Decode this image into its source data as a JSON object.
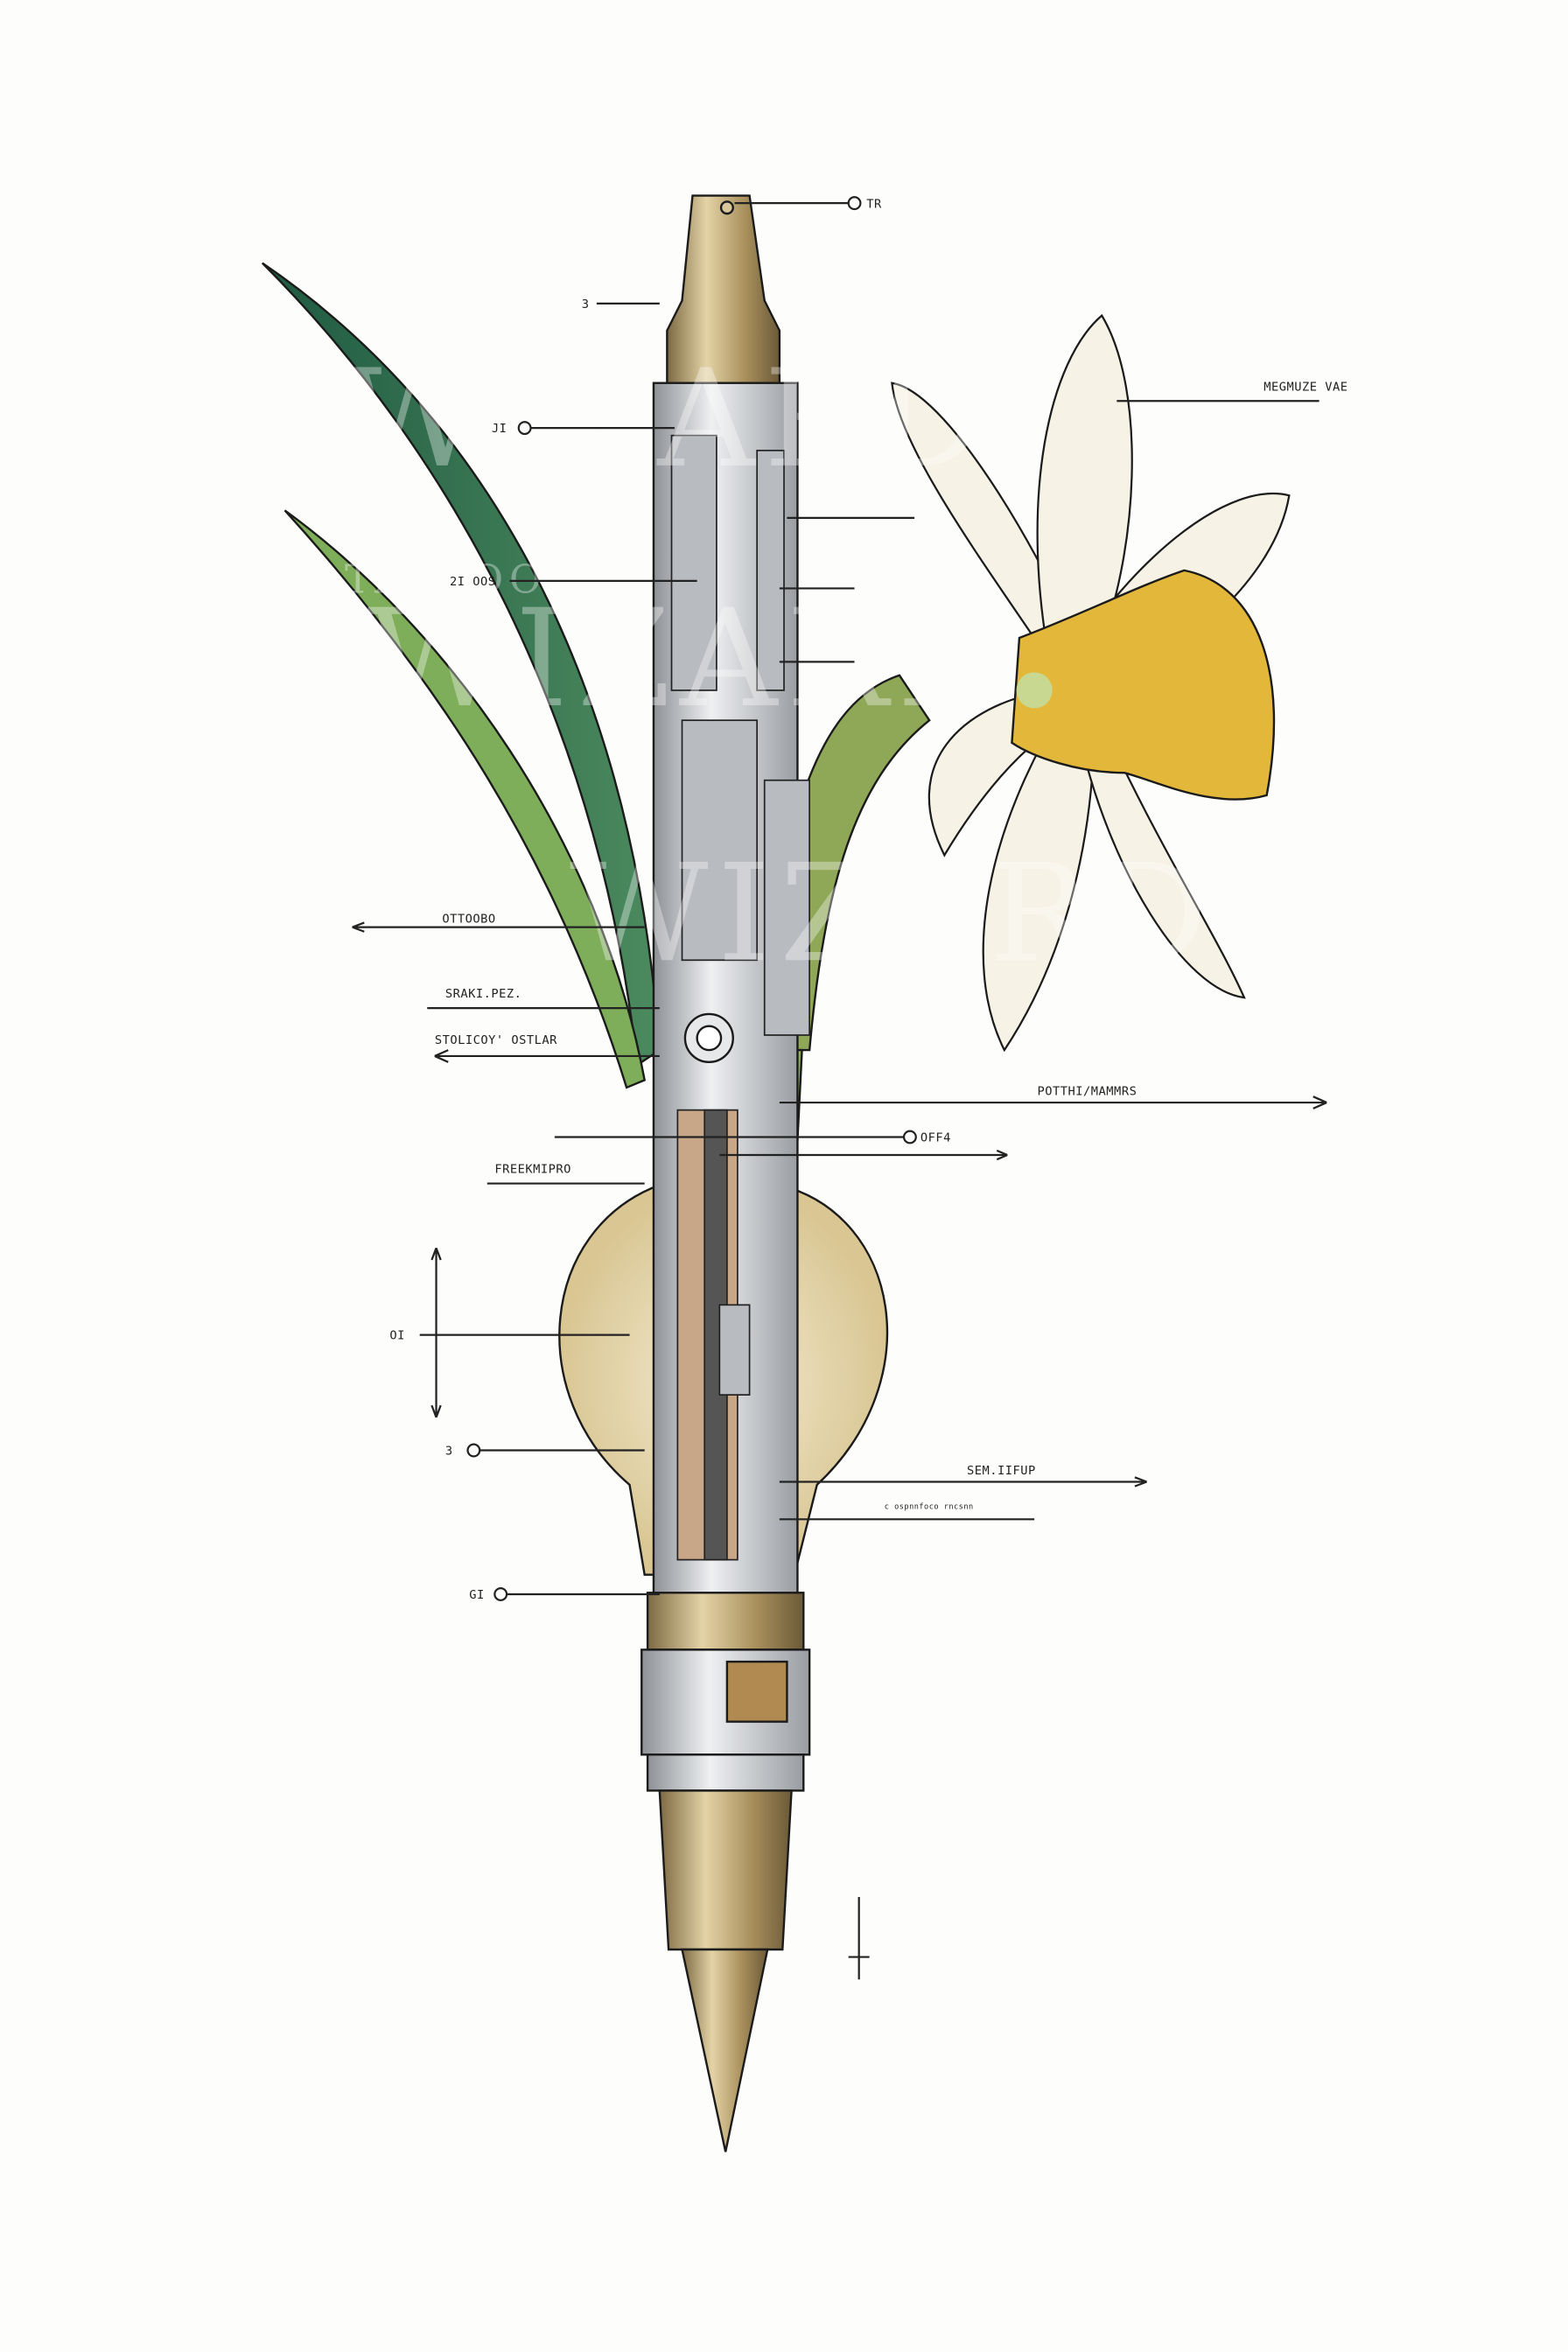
{
  "artwork": {
    "watermark": {
      "line1": "TATTOOS",
      "line2": "WIZARD"
    },
    "labels": {
      "cap_top": "TR",
      "cap_side": "3",
      "flower_label": "MEGMUZE VAE",
      "clip": "JI",
      "upper_mechanism": "2I OOS",
      "mid_left_arrow": "OTTOOBO",
      "gear": "SRAKI.PEZ.",
      "pivot": "STOLICOY' OSTLAR",
      "right_long_arrow": "POTTHI/MAMMRS",
      "stem_marker": "OFF4",
      "stem_lower": "FREEKMIPRO",
      "bulb_axis": "OI",
      "bulb_lower": "3",
      "bulb_right": "SEM.IIFUP",
      "bulb_small": "c ospnnfoco rncsnn",
      "ring": "GI"
    },
    "colors": {
      "gold": "#b39a66",
      "silver": "#c9ccd0",
      "leaf_dark": "#2f6e4e",
      "leaf_light": "#7fae5a",
      "petal": "#f6f2e6",
      "trumpet": "#e3b73a",
      "bulb": "#e9dcb8"
    }
  }
}
